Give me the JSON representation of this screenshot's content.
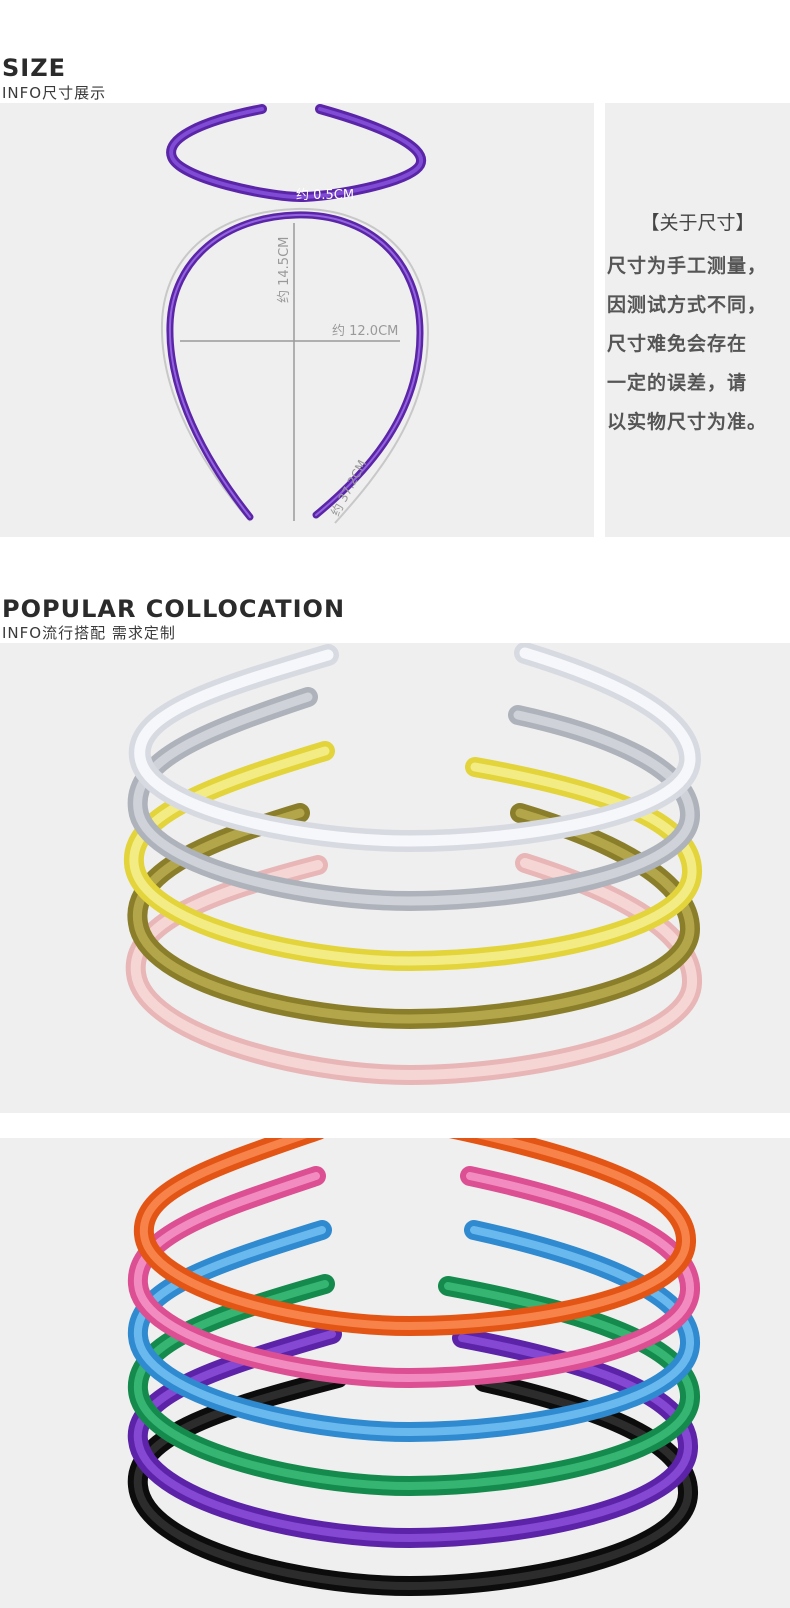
{
  "size_section": {
    "title": "SIZE",
    "subtitle": "INFO尺寸展示",
    "width_label": "约 0.5CM",
    "height_label": "约 14.5CM",
    "span_label": "约 12.0CM",
    "length_label": "约 37.2CM",
    "note_title": "【关于尺寸】",
    "note_lines": [
      "尺寸为手工测量，",
      "因测试方式不同，",
      "尺寸难免会存在",
      "一定的误差，请",
      "以实物尺寸为准。"
    ]
  },
  "collocation_section": {
    "title": "POPULAR COLLOCATION",
    "subtitle": "INFO流行搭配 需求定制"
  },
  "colors": {
    "panel_bg": "#efefef",
    "sample_band": "#6a2bbd",
    "set_1": [
      "#f0f1f6",
      "#c9ccd3",
      "#eee35a",
      "#a89a3b",
      "#f3c9c9"
    ],
    "set_2": [
      "#ee6a2a",
      "#ea6aa6",
      "#3f9ee0",
      "#22a05e",
      "#6d31b8",
      "#141414"
    ]
  }
}
